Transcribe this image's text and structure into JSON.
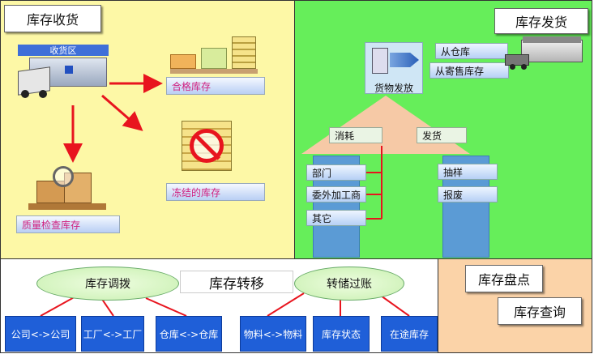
{
  "receive": {
    "title": "库存收货",
    "area_label": "收货区",
    "qualified": "合格库存",
    "frozen": "冻结的库存",
    "quality": "质量检查库存"
  },
  "issue": {
    "title": "库存发货",
    "from_warehouse": "从仓库",
    "from_consignment": "从寄售库存",
    "goods_issue": "货物发放",
    "consume": "消耗",
    "ship": "发货",
    "left_items": [
      "部门",
      "委外加工商",
      "其它"
    ],
    "right_items": [
      "抽样",
      "报废"
    ]
  },
  "transfer": {
    "title": "库存转移",
    "allocation": "库存调拨",
    "posting": "转储过账",
    "buttons": [
      "公司<->公司",
      "工厂<->工厂",
      "仓库<->仓库",
      "物料<->物料",
      "库存状态",
      "在途库存"
    ]
  },
  "count": {
    "stocktake": "库存盘点",
    "query": "库存查询"
  },
  "colors": {
    "receive_bg": "#fdf8a6",
    "issue_bg": "#66ee5a",
    "count_bg": "#fbd3a8",
    "arrow_red": "#e8141e",
    "triangle": "#f6c9a6"
  }
}
